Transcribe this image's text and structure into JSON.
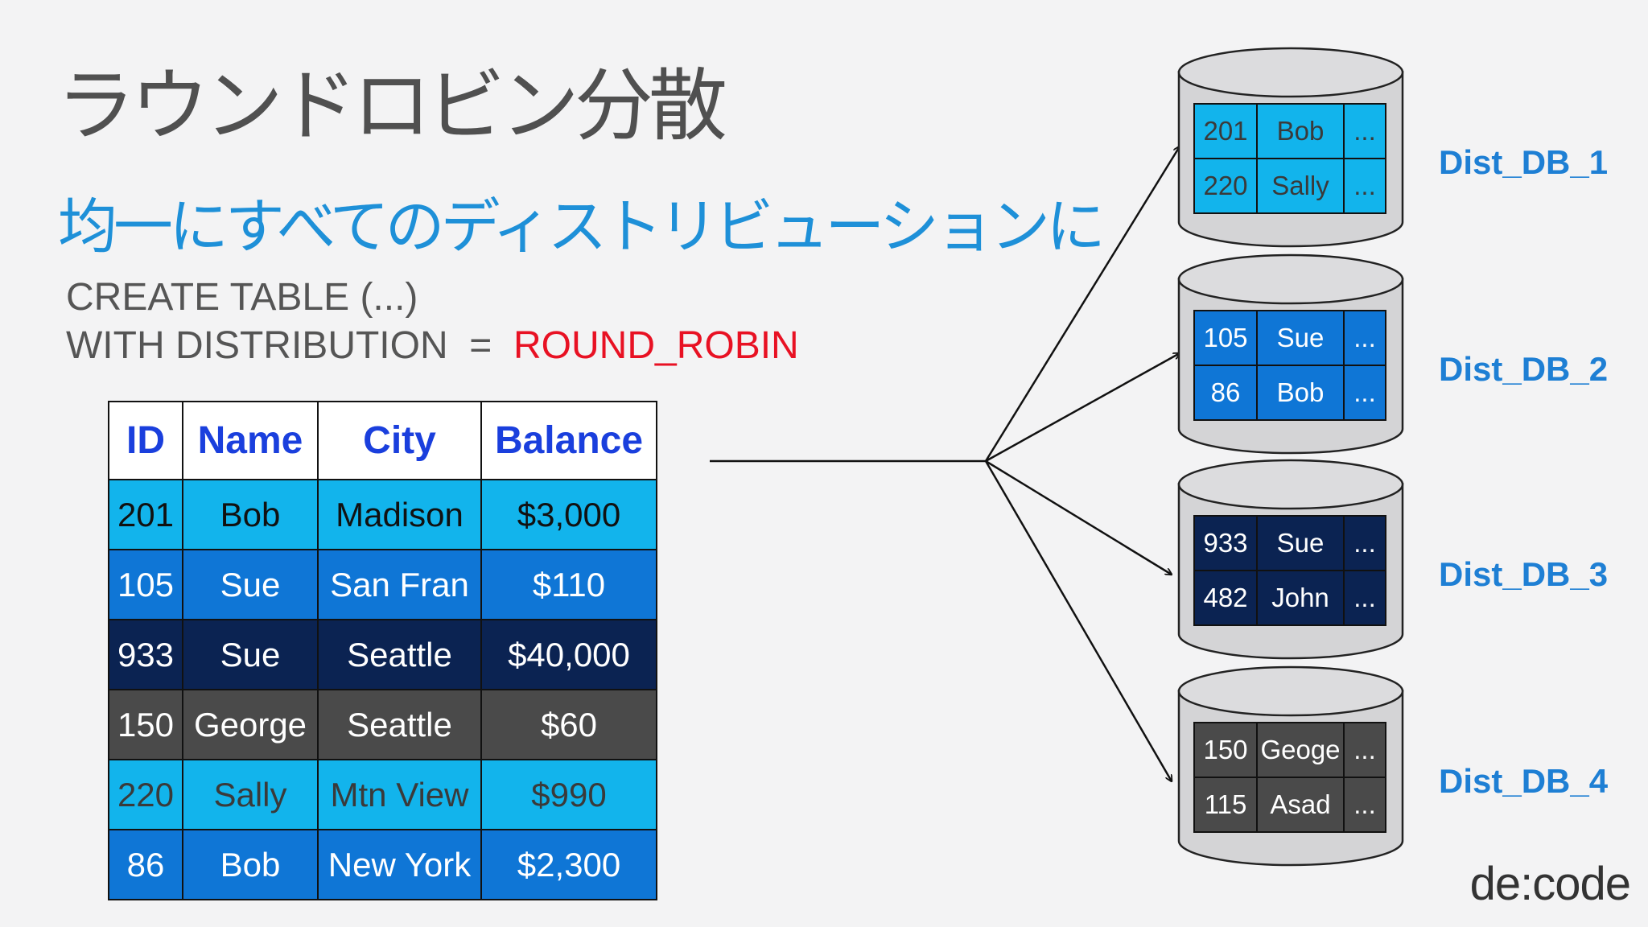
{
  "title": "ラウンドロビン分散",
  "subtitle": "均一にすべてのディストリビューションに",
  "code": {
    "line1": "CREATE TABLE (...)",
    "line2_prefix": "WITH DISTRIBUTION  =  ",
    "line2_keyword": "ROUND_ROBIN"
  },
  "table": {
    "headers": [
      "ID",
      "Name",
      "City",
      "Balance"
    ],
    "rows": [
      {
        "cells": [
          "201",
          "Bob",
          "Madison",
          "$3,000"
        ],
        "bg": "#12b4ec",
        "fg": "#111111"
      },
      {
        "cells": [
          "105",
          "Sue",
          "San Fran",
          "$110"
        ],
        "bg": "#0f76d6",
        "fg": "#ffffff"
      },
      {
        "cells": [
          "933",
          "Sue",
          "Seattle",
          "$40,000"
        ],
        "bg": "#0b2352",
        "fg": "#ffffff"
      },
      {
        "cells": [
          "150",
          "George",
          "Seattle",
          "$60"
        ],
        "bg": "#4a4a4a",
        "fg": "#ffffff"
      },
      {
        "cells": [
          "220",
          "Sally",
          "Mtn View",
          "$990"
        ],
        "bg": "#12b4ec",
        "fg": "#3a3a3a"
      },
      {
        "cells": [
          "86",
          "Bob",
          "New York",
          "$2,300"
        ],
        "bg": "#0f76d6",
        "fg": "#ffffff"
      }
    ]
  },
  "distributions": [
    {
      "label": "Dist_DB_1",
      "bg": "#12b4ec",
      "fg": "#3a3a3a",
      "rows": [
        [
          "201",
          "Bob",
          "..."
        ],
        [
          "220",
          "Sally",
          "..."
        ]
      ]
    },
    {
      "label": "Dist_DB_2",
      "bg": "#0f76d6",
      "fg": "#ffffff",
      "rows": [
        [
          "105",
          "Sue",
          "..."
        ],
        [
          "86",
          "Bob",
          "..."
        ]
      ]
    },
    {
      "label": "Dist_DB_3",
      "bg": "#0b2352",
      "fg": "#ffffff",
      "rows": [
        [
          "933",
          "Sue",
          "..."
        ],
        [
          "482",
          "John",
          "..."
        ]
      ]
    },
    {
      "label": "Dist_DB_4",
      "bg": "#4a4a4a",
      "fg": "#ffffff",
      "rows": [
        [
          "150",
          "Geoge",
          "..."
        ],
        [
          "115",
          "Asad",
          "..."
        ]
      ]
    }
  ],
  "brand": "de:code",
  "colors": {
    "title": "#505050",
    "subtitle": "#1e90d8",
    "keyword": "#e81123",
    "header_text": "#1a3fdd",
    "db_label": "#1e7fd4",
    "cylinder": "#d4d4d6"
  }
}
